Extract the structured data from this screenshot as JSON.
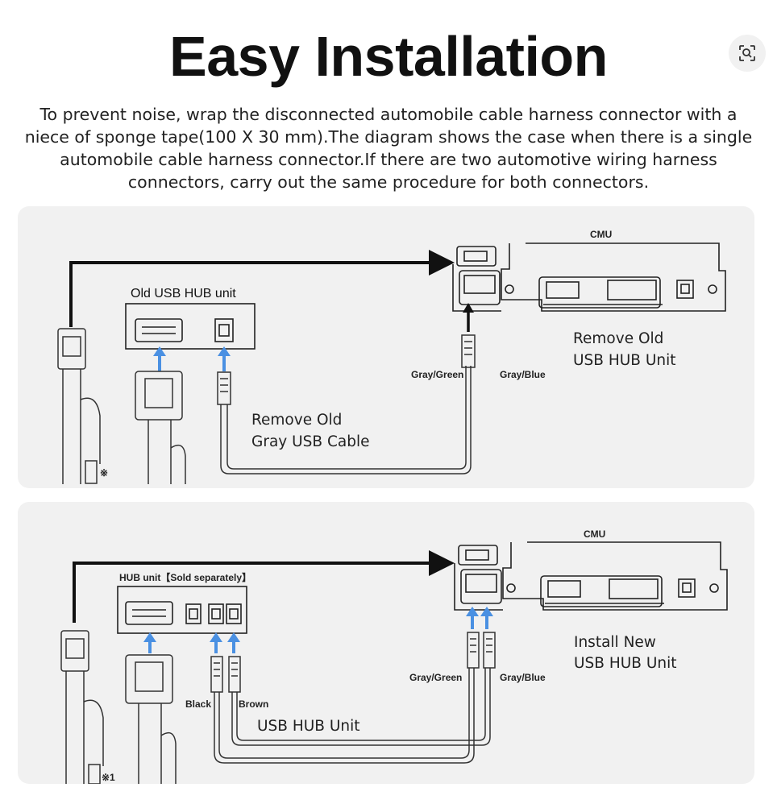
{
  "title": "Easy Installation",
  "intro": "To prevent noise, wrap the disconnected automobile cable harness connector with a niece of sponge tape(100 X 30 mm).The diagram shows the case when there is a single automobile cable harness connector.If there are two automotive wiring harness connectors, carry out the same procedure for both connectors.",
  "icons": {
    "lens": "visual-search-icon",
    "arrow": "up-arrow-icon"
  },
  "colors": {
    "accent_arrow": "#4a90e2",
    "panel_bg": "#f1f1f1",
    "line": "#1a1a1a"
  },
  "panel1": {
    "cmu": "CMU",
    "hub_label": "Old USB HUB unit",
    "gray_green": "Gray/Green",
    "gray_blue": "Gray/Blue",
    "note_line1": "Remove Old",
    "note_line2": "USB HUB Unit",
    "cable_line1": "Remove Old",
    "cable_line2": "Gray USB Cable",
    "mark": "※"
  },
  "panel2": {
    "cmu": "CMU",
    "hub_label": "HUB unit【Sold separately】",
    "gray_green": "Gray/Green",
    "gray_blue": "Gray/Blue",
    "black": "Black",
    "brown": "Brown",
    "cable_label": "USB HUB Unit",
    "note_line1": "Install New",
    "note_line2": "USB HUB Unit",
    "mark": "※1"
  }
}
